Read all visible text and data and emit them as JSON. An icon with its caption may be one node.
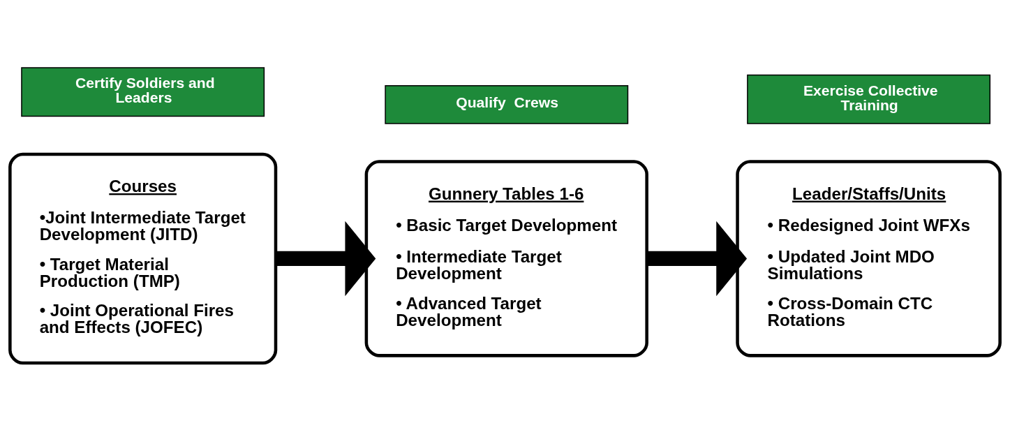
{
  "diagram": {
    "nodes": [
      {
        "text": [
          "Certify Soldiers and Leaders"
        ]
      },
      {
        "text": [
          "Courses",
          "•Joint Intermediate Target Development (JITD)",
          "• Target Material Production (TMP)",
          "• Joint Operational Fires and Effects (JOFEC)"
        ]
      },
      {
        "text": [
          "Qualify  Crews"
        ]
      },
      {
        "text": [
          "Gunnery Tables 1-6",
          "• Basic Target Development",
          "• Intermediate Target Development",
          "• Advanced Target Development"
        ]
      },
      {
        "text": [
          "Exercise Collective Training"
        ]
      },
      {
        "text": [
          "Leader/Staffs/Units",
          "• Redesigned Joint WFXs",
          "• Updated Joint MDO Simulations",
          "• Cross-Domain CTC Rotations"
        ]
      }
    ],
    "edges": [
      {
        "from": 1,
        "to": 3,
        "arrow": "to"
      },
      {
        "from": 3,
        "to": 5,
        "arrow": "to"
      }
    ]
  }
}
